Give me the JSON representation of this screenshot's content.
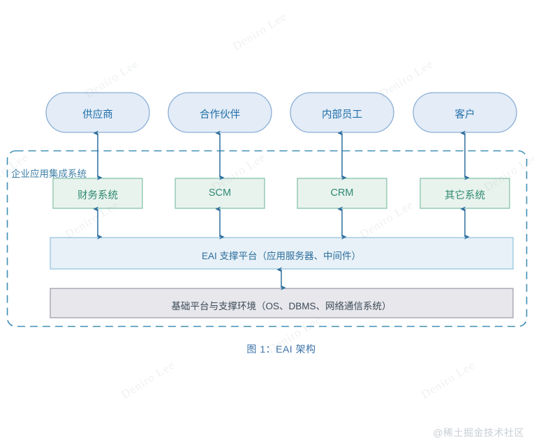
{
  "figure": {
    "caption": "图 1：EAI 架构",
    "container_label": "企业应用集成系统",
    "watermark_diagonal": "Deniro Lee",
    "watermark_corner": "@稀土掘金技术社区"
  },
  "colors": {
    "actor_fill": "#e3ecf7",
    "actor_stroke": "#8aaed6",
    "actor_text": "#1f6ea8",
    "system_fill": "#e9f3ed",
    "system_stroke": "#7fbfa8",
    "system_text": "#2f8a73",
    "platform_fill": "#e8f1f7",
    "platform_stroke": "#8fc0dd",
    "platform_text": "#2b6e9e",
    "base_fill": "#e7e7ec",
    "base_stroke": "#9a9aa6",
    "base_text": "#3e4b57",
    "arrow": "#2e6f9e",
    "dashed_border": "#3f8fb5",
    "caption_text": "#3a72a8"
  },
  "actors": [
    {
      "id": "supplier",
      "label": "供应商"
    },
    {
      "id": "partner",
      "label": "合作伙伴"
    },
    {
      "id": "employee",
      "label": "内部员工"
    },
    {
      "id": "customer",
      "label": "客户"
    }
  ],
  "systems": [
    {
      "id": "finance",
      "label": "财务系统"
    },
    {
      "id": "scm",
      "label": "SCM"
    },
    {
      "id": "crm",
      "label": "CRM"
    },
    {
      "id": "other",
      "label": "其它系统"
    }
  ],
  "platform_bar": {
    "id": "eai-platform",
    "label": "EAI 支撑平台（应用服务器、中间件）"
  },
  "base_bar": {
    "id": "base-platform",
    "label": "基础平台与支撑环境（OS、DBMS、网络通信系统）"
  },
  "connections": [
    {
      "from": "supplier",
      "to": "finance",
      "type": "bidirectional"
    },
    {
      "from": "partner",
      "to": "scm",
      "type": "bidirectional"
    },
    {
      "from": "employee",
      "to": "crm",
      "type": "bidirectional"
    },
    {
      "from": "customer",
      "to": "other",
      "type": "bidirectional"
    },
    {
      "from": "finance",
      "to": "eai-platform",
      "type": "bidirectional"
    },
    {
      "from": "scm",
      "to": "eai-platform",
      "type": "bidirectional"
    },
    {
      "from": "crm",
      "to": "eai-platform",
      "type": "bidirectional"
    },
    {
      "from": "other",
      "to": "eai-platform",
      "type": "bidirectional"
    },
    {
      "from": "eai-platform",
      "to": "base-platform",
      "type": "bidirectional"
    }
  ]
}
